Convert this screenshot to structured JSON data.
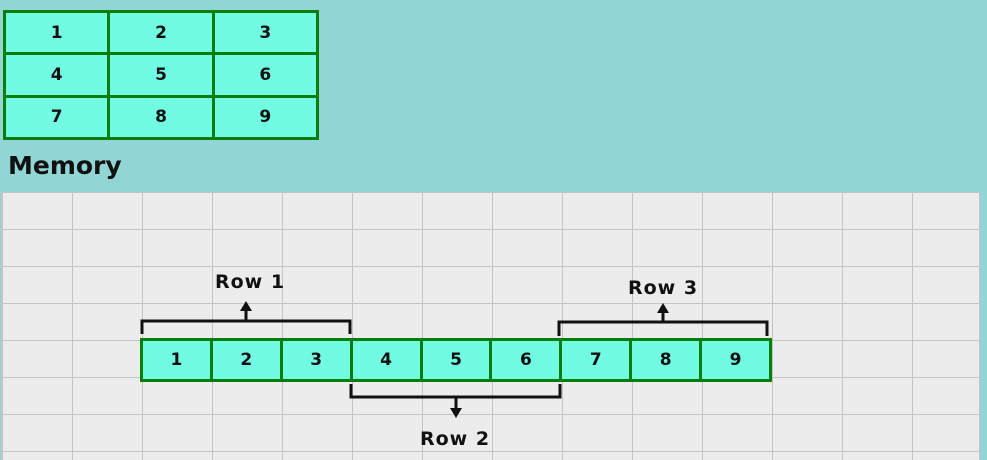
{
  "matrix": {
    "rows": [
      [
        "1",
        "2",
        "3"
      ],
      [
        "4",
        "5",
        "6"
      ],
      [
        "7",
        "8",
        "9"
      ]
    ]
  },
  "memory": {
    "title": "Memory",
    "cells": [
      "1",
      "2",
      "3",
      "4",
      "5",
      "6",
      "7",
      "8",
      "9"
    ],
    "row_labels": [
      "Row 1",
      "Row 2",
      "Row 3"
    ]
  },
  "colors": {
    "background": "#92d5d5",
    "cell_fill": "#72fbe3",
    "cell_border": "#0a7d0a",
    "grid_bg": "#ececec"
  }
}
